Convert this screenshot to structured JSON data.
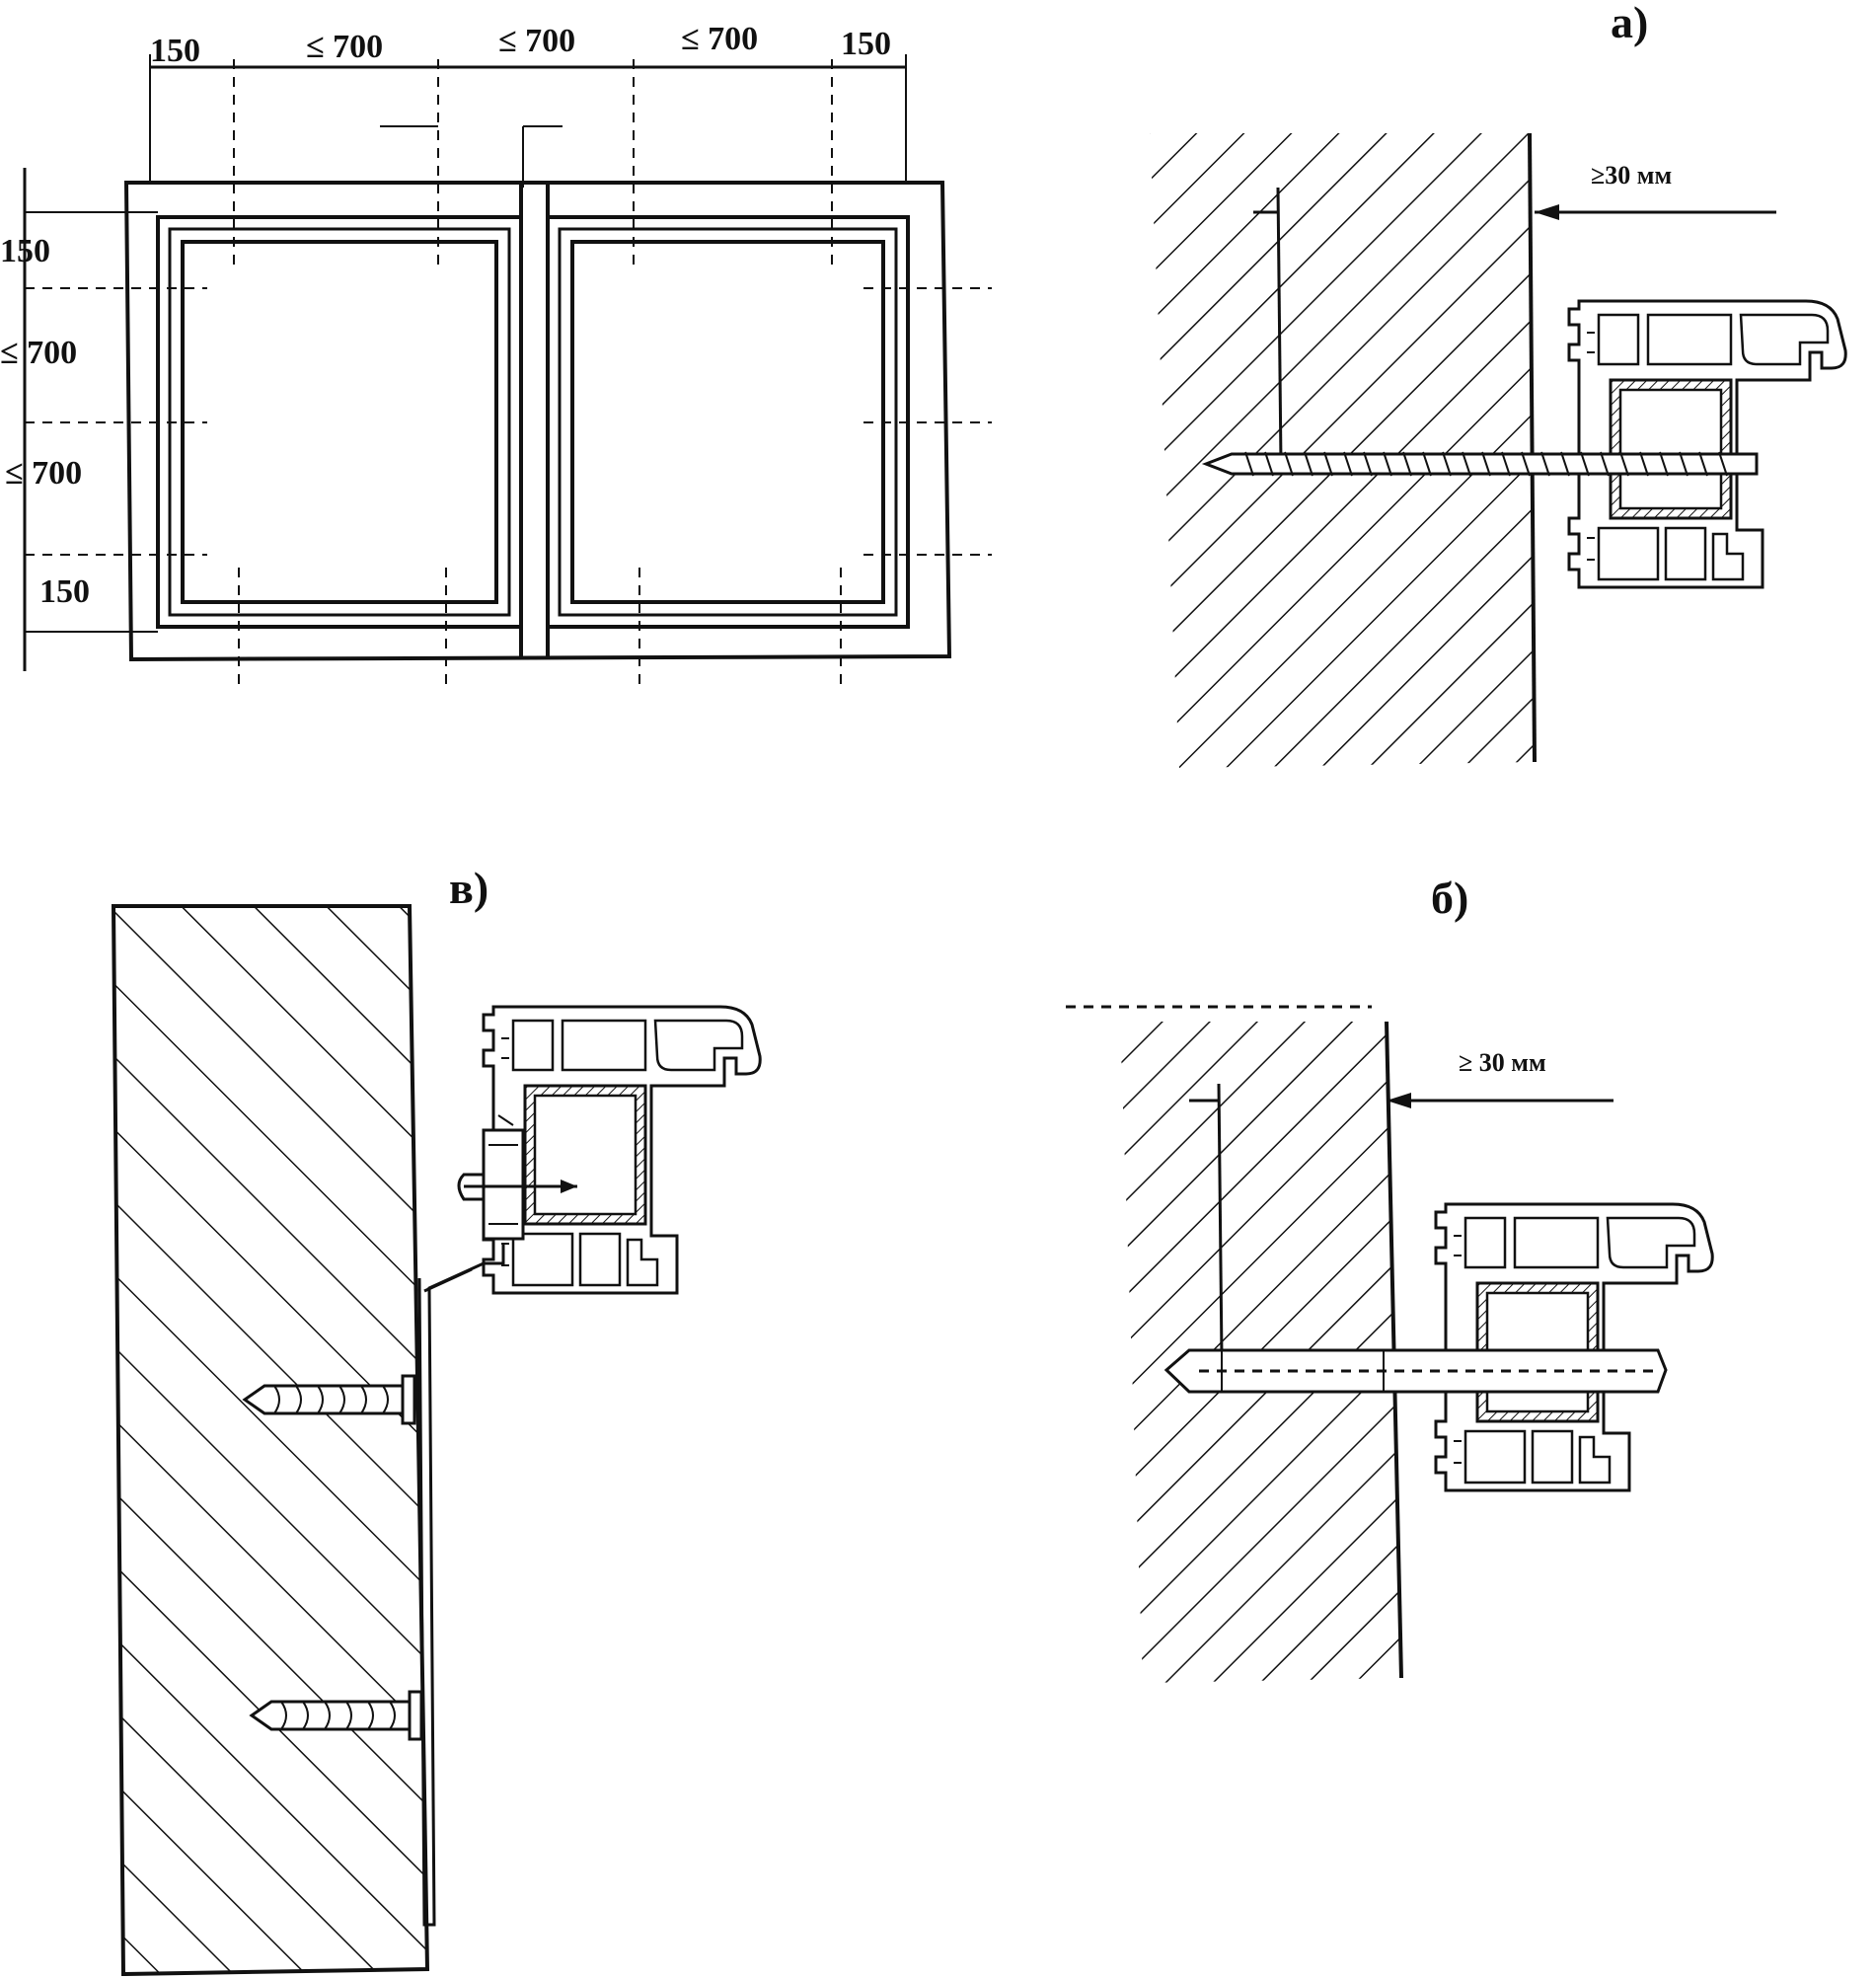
{
  "elevation": {
    "dims_top": [
      "150",
      "≤ 700",
      "≤ 700",
      "≤ 700",
      "150"
    ],
    "dims_left": [
      "150",
      "≤ 700",
      "≤ 700",
      "150"
    ]
  },
  "details": {
    "a": {
      "label": "а)",
      "gap": "≥30 мм"
    },
    "b": {
      "label": "б)",
      "gap": "≥ 30 мм"
    },
    "v": {
      "label": "в)"
    }
  }
}
